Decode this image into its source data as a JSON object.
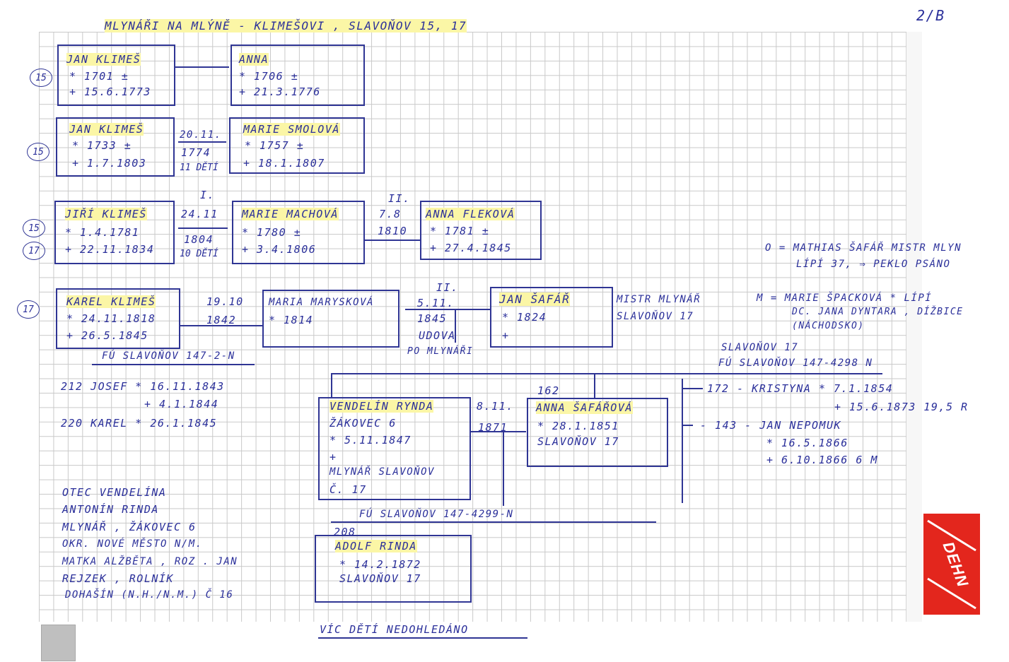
{
  "header": {
    "title": "MLYNÁŘI NA MLÝNĚ - KLIMEŠOVI , SLAVOŇOV 15, 17",
    "page_ref": "2/B"
  },
  "rows": {
    "r1": {
      "circle": "15",
      "a_name": "JAN KLIMEŠ",
      "a_birth": "* 1701 ±",
      "a_death": "+ 15.6.1773",
      "b_name": "ANNA",
      "b_birth": "* 1706 ±",
      "b_death": "+ 21.3.1776"
    },
    "r2": {
      "circle": "15",
      "a_name": "JAN KLIMEŠ",
      "a_birth": "* 1733 ±",
      "a_death": "+ 1.7.1803",
      "m1": "20.11.",
      "m2": "1774",
      "m3": "11 DĚTÍ",
      "b_name": "MARIE SMOLOVÁ",
      "b_birth": "* 1757 ±",
      "b_death": "+ 18.1.1807"
    },
    "r3": {
      "circle1": "15",
      "circle2": "17",
      "a_name": "JIŘÍ KLIMEŠ",
      "a_birth": "* 1.4.1781",
      "a_death": "+ 22.11.1834",
      "roman1": "I.",
      "m1": "24.11",
      "m2": "1804",
      "m3": "10 DĚTÍ",
      "b_name": "MARIE MACHOVÁ",
      "b_birth": "* 1780 ±",
      "b_death": "+ 3.4.1806",
      "roman2": "II.",
      "m4": "7.8",
      "m5": "1810",
      "c_name": "ANNA FLEKOVÁ",
      "c_birth": "* 1781 ±",
      "c_death": "+ 27.4.1845"
    },
    "r4": {
      "circle": "17",
      "a_name": "KAREL KLIMEŠ",
      "a_birth": "* 24.11.1818",
      "a_death": "+ 26.5.1845",
      "m1": "19.10",
      "m2": "1842",
      "b_name": "MARIA MARYSKOVÁ",
      "b_birth": "* 1814",
      "roman": "II.",
      "m3": "5.11.",
      "m4": "1845",
      "m5": "UDOVA",
      "m6": "PO MLYNÁŘI",
      "c_name": "JAN ŠAFÁŘ",
      "c_birth": "* 1824",
      "c_death": "+",
      "note1": "MISTR MLYNÁŘ",
      "note2": "SLAVOŇOV 17"
    }
  },
  "notes_right": {
    "o1": "O = MATHIAS ŠAFÁŘ MISTR MLYN",
    "o2": "LÍPÍ 37, ⇒ PEKLO PSÁNO",
    "m1": "M = MARIE ŠPACKOVÁ * LÍPÍ",
    "m2": "DC. JANA DYNTARA , DÍŽBICE",
    "m3": "(NÁCHODSKO)"
  },
  "fu1": "FÚ SLAVOŇOV 147-2-N",
  "children_karel": {
    "c1": "212 JOSEF * 16.11.1843",
    "c2": "+ 4.1.1844",
    "c3": "220 KAREL * 26.1.1845"
  },
  "slavonov": {
    "l1": "SLAVOŇOV 17",
    "l2": "FÚ SLAVOŇOV 147-4298 N"
  },
  "vendelin": {
    "name": "VENDELÍN RYNDA",
    "l2": "ŽÁKOVEC 6",
    "l3": "* 5.11.1847",
    "l4": "+",
    "l5": "MLYNÁŘ SLAVOŇOV",
    "l6": "Č. 17",
    "m1": "8.11.",
    "m2": "1871",
    "num": "162",
    "b_name": "ANNA ŠAFÁŘOVÁ",
    "b_birth": "* 28.1.1851",
    "b_addr": "SLAVOŇOV 17"
  },
  "siblings": {
    "s1": "172 - KRISTYNA * 7.1.1854",
    "s2": "+ 15.6.1873 19,5 R",
    "s3": "- 143 - JAN NEPOMUK",
    "s4": "* 16.5.1866",
    "s5": "+ 6.10.1866 6 M"
  },
  "fu2": "FÚ SLAVOŇOV 147-4299-N",
  "adolf": {
    "num": "208",
    "name": "ADOLF RINDA",
    "birth": "* 14.2.1872",
    "addr": "SLAVOŇOV 17"
  },
  "father_note": {
    "l1": "OTEC VENDELÍNA",
    "l2": "ANTONÍN RINDA",
    "l3": "MLYNÁŘ , ŽÁKOVEC 6",
    "l4": "OKR. NOVÉ MĚSTO N/M.",
    "l5": "MATKA ALŽBĚTA , ROZ . JAN",
    "l6": "REJZEK , ROLNÍK",
    "l7": "DOHAŠÍN (N.H./N.M.) Č 16"
  },
  "footer": "VÍC DĚTÍ NEDOHLEDÁNO",
  "logo": {
    "text": "DEHN",
    "color": "#e3261d"
  }
}
